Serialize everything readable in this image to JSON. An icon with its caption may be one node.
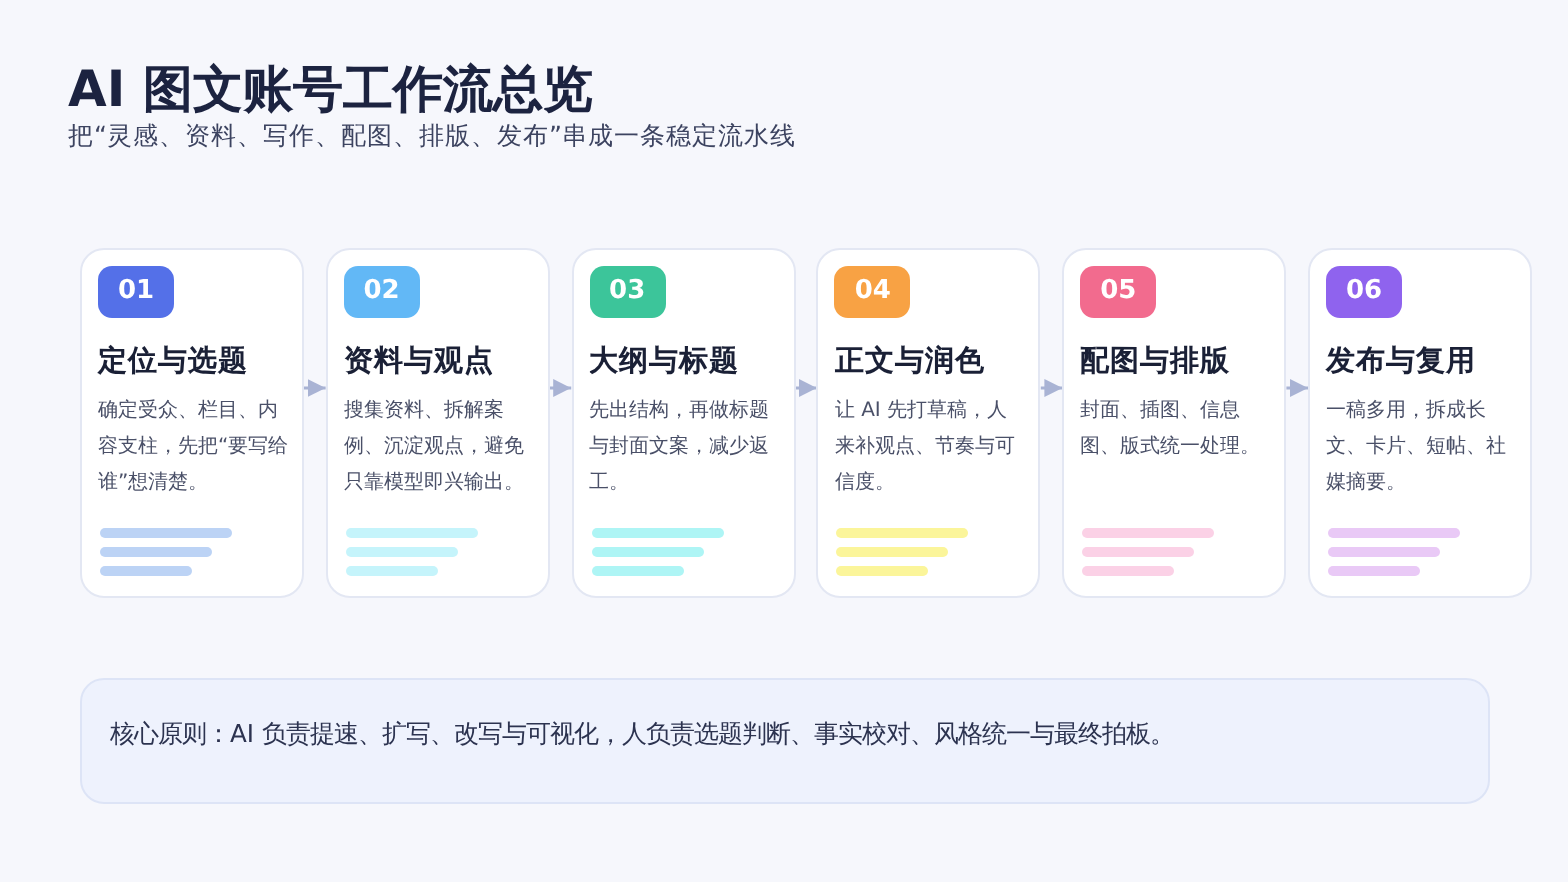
{
  "diagram": {
    "title": "AI 图文账号工作流总览",
    "caption": "把“灵感、资料、写作、配图、排版、发布”串成一条稳定流水线",
    "nodes": [
      {
        "text": [
          "01",
          "定位与选题",
          "确定受众、栏目、内容支柱，先把“要写给谁”想清楚。"
        ]
      },
      {
        "text": [
          "02",
          "资料与观点",
          "搜集资料、拆解案例、沉淀观点，避免只靠模型即兴输出。"
        ]
      },
      {
        "text": [
          "03",
          "大纲与标题",
          "先出结构，再做标题与封面文案，减少返工。"
        ]
      },
      {
        "text": [
          "04",
          "正文与润色",
          "让 AI 先打草稿，人来补观点、节奏与可信度。"
        ]
      },
      {
        "text": [
          "05",
          "配图与排版",
          "封面、插图、信息图、版式统一处理。"
        ]
      },
      {
        "text": [
          "06",
          "发布与复用",
          "一稿多用，拆成长文、卡片、短帖、社媒摘要。"
        ]
      },
      {
        "text": [
          "核心原则：AI 负责提速、扩写、改写与可视化，人负责选题判断、事实校对、风格统一与最终拍板。"
        ]
      }
    ],
    "edges": [
      {
        "from": 0,
        "to": 1,
        "arrow": "to"
      },
      {
        "from": 1,
        "to": 2,
        "arrow": "to"
      },
      {
        "from": 2,
        "to": 3,
        "arrow": "to"
      },
      {
        "from": 3,
        "to": 4,
        "arrow": "to"
      },
      {
        "from": 4,
        "to": 5,
        "arrow": "to"
      }
    ]
  }
}
